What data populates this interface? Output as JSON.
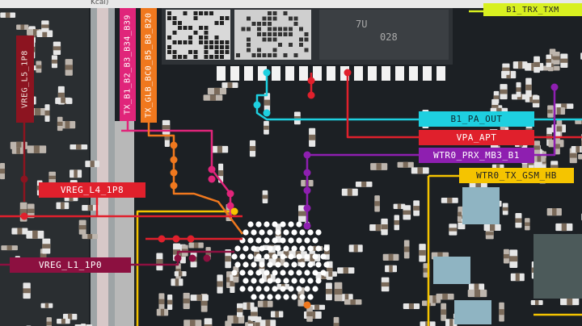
{
  "window": {
    "title_fragment": "Kcal)"
  },
  "chip_marking": "7U\n028",
  "labels": {
    "vreg_l5": "VREG_L5_1P8",
    "tx_bands": "TX_B1_B2_B3_B34_B39",
    "tx_glb": "TX_GLB_BC0_B5_B8_B20",
    "b1_pa_out": "B1_PA_OUT",
    "vpa_apt": "VPA_APT",
    "wtr0_prx": "WTR0_PRX_MB3_B1",
    "wtr0_tx": "WTR0_TX_GSM_HB",
    "vreg_l4": "VREG_L4_1P8",
    "vreg_l1": "VREG_L1_1P0",
    "b1_tx_top": "B1_TRX_TXM"
  },
  "colors": {
    "board": "#1c2024",
    "vreg_l5": "#8c1420",
    "tx_bands": "#e0257a",
    "tx_glb": "#f0781e",
    "cyan": "#1ed0e0",
    "red": "#e0202c",
    "purple": "#8e1fb0",
    "yellow": "#f5c400",
    "lime": "#d8f020",
    "maroon": "#8c1040",
    "white_pad": "#f2f2f2"
  }
}
